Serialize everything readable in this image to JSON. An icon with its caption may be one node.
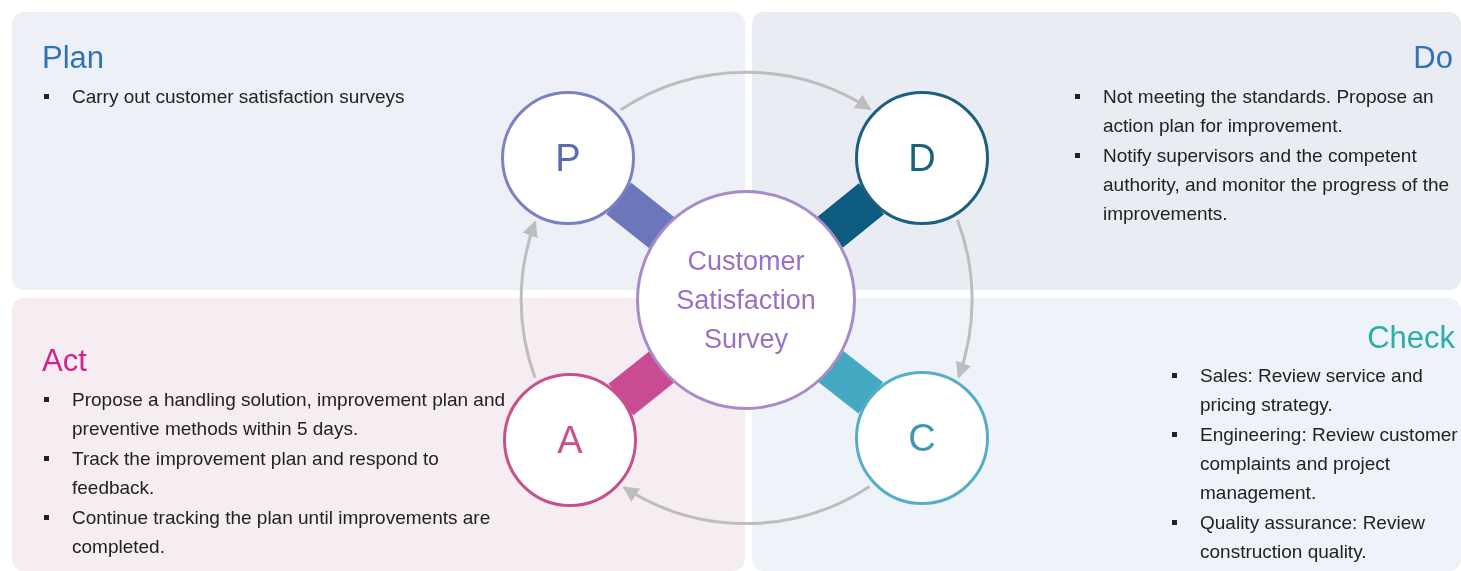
{
  "diagram": {
    "nodes": [
      {
        "text": [
          "Plan",
          "Carry out customer satisfaction surveys"
        ]
      },
      {
        "text": [
          "P"
        ],
        "in": 0
      },
      {
        "text": [
          "Do",
          "Not meeting the standards. Propose an action plan for improvement.",
          "Notify supervisors and the competent authority, and monitor the progress of the improvements."
        ]
      },
      {
        "text": [
          "D"
        ],
        "in": 2
      },
      {
        "text": [
          "Customer Satisfaction Survey"
        ]
      },
      {
        "text": [
          "Act",
          "Propose a handling solution, improvement plan and preventive methods within 5 days.",
          "Track the improvement plan and respond to feedback.",
          "Continue tracking the plan until improvements are completed."
        ]
      },
      {
        "text": [
          "A"
        ],
        "in": 5
      },
      {
        "text": [
          "Check",
          "Sales: Review service and pricing strategy.",
          "Engineering: Review customer complaints and project management.",
          "Quality assurance: Review construction quality."
        ]
      },
      {
        "text": [
          "C"
        ],
        "in": 7
      }
    ],
    "edges": [
      {
        "from": 1,
        "to": 3,
        "arrow": "to"
      },
      {
        "from": 3,
        "to": 8,
        "arrow": "to"
      },
      {
        "from": 8,
        "to": 6,
        "arrow": "to"
      },
      {
        "from": 6,
        "to": 1,
        "arrow": "to"
      },
      {
        "from": 4,
        "to": 1,
        "arrow": "none",
        "style": "thick",
        "color": "#6b76bb"
      },
      {
        "from": 4,
        "to": 3,
        "arrow": "none",
        "style": "thick",
        "color": "#0d5b7f"
      },
      {
        "from": 4,
        "to": 6,
        "arrow": "none",
        "style": "thick",
        "color": "#c94b92"
      },
      {
        "from": 4,
        "to": 8,
        "arrow": "none",
        "style": "thick",
        "color": "#44a8c3"
      }
    ]
  }
}
